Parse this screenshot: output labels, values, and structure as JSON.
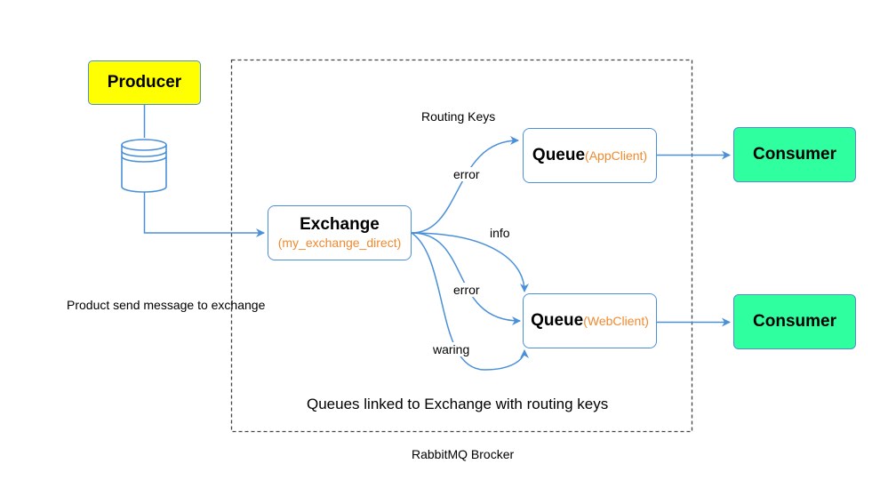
{
  "producer": {
    "label": "Producer"
  },
  "exchange": {
    "title": "Exchange",
    "name": "(my_exchange_direct)"
  },
  "queues": [
    {
      "title": "Queue",
      "client": "(AppClient)"
    },
    {
      "title": "Queue",
      "client": "(WebClient)"
    }
  ],
  "consumers": [
    "Consumer",
    "Consumer"
  ],
  "routing_keys_label": "Routing Keys",
  "edges": {
    "error_top": "error",
    "info": "info",
    "error_bottom": "error",
    "waring": "waring"
  },
  "captions": {
    "producer_send": "Product send message to exchange",
    "queues_linked": "Queues linked to Exchange with routing keys",
    "broker": "RabbitMQ Brocker"
  },
  "colors": {
    "line": "#4a90d9",
    "producer_fill": "#ffff00",
    "consumer_fill": "#2fff9e",
    "highlight_text": "#f08a2e",
    "broker_border": "#444444"
  },
  "icons": {
    "message_store": "database-icon"
  }
}
